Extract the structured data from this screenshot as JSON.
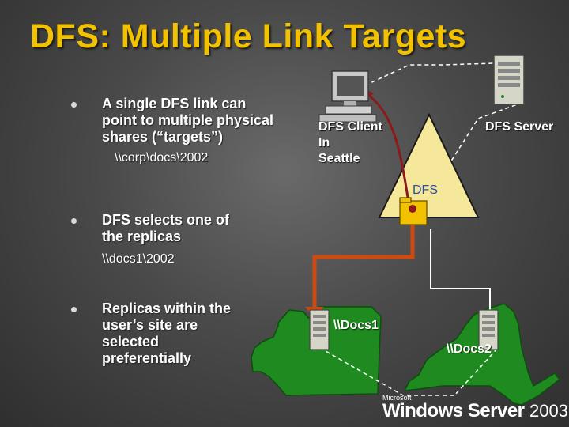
{
  "slide": {
    "title": "DFS:  Multiple Link Targets",
    "bullets": [
      {
        "lines": [
          "A single DFS link can",
          "point to multiple physical",
          "shares (“targets”)"
        ],
        "sub": "\\\\corp\\docs\\2002"
      },
      {
        "lines": [
          "DFS selects one of",
          "the replicas"
        ],
        "sub": "\\\\docs1\\2002"
      },
      {
        "lines": [
          "Replicas within the",
          "user’s site are",
          "selected",
          "preferentially"
        ],
        "sub": ""
      }
    ]
  },
  "diagram": {
    "client_label": [
      "DFS Client",
      "In",
      "Seattle"
    ],
    "server_label": "DFS Server",
    "dfs_label": "DFS",
    "docs1_label": "\\\\Docs1",
    "docs2_label": "\\\\Docs2"
  },
  "logo": {
    "brand_small": "Microsoft",
    "product": "Windows Server",
    "year": "2003"
  },
  "colors": {
    "title": "#f2c200",
    "map_green": "#1f8a1f",
    "triangle": "#f5e89a",
    "arrow_red": "#8b1a1a",
    "path_orange": "#d04a10"
  }
}
